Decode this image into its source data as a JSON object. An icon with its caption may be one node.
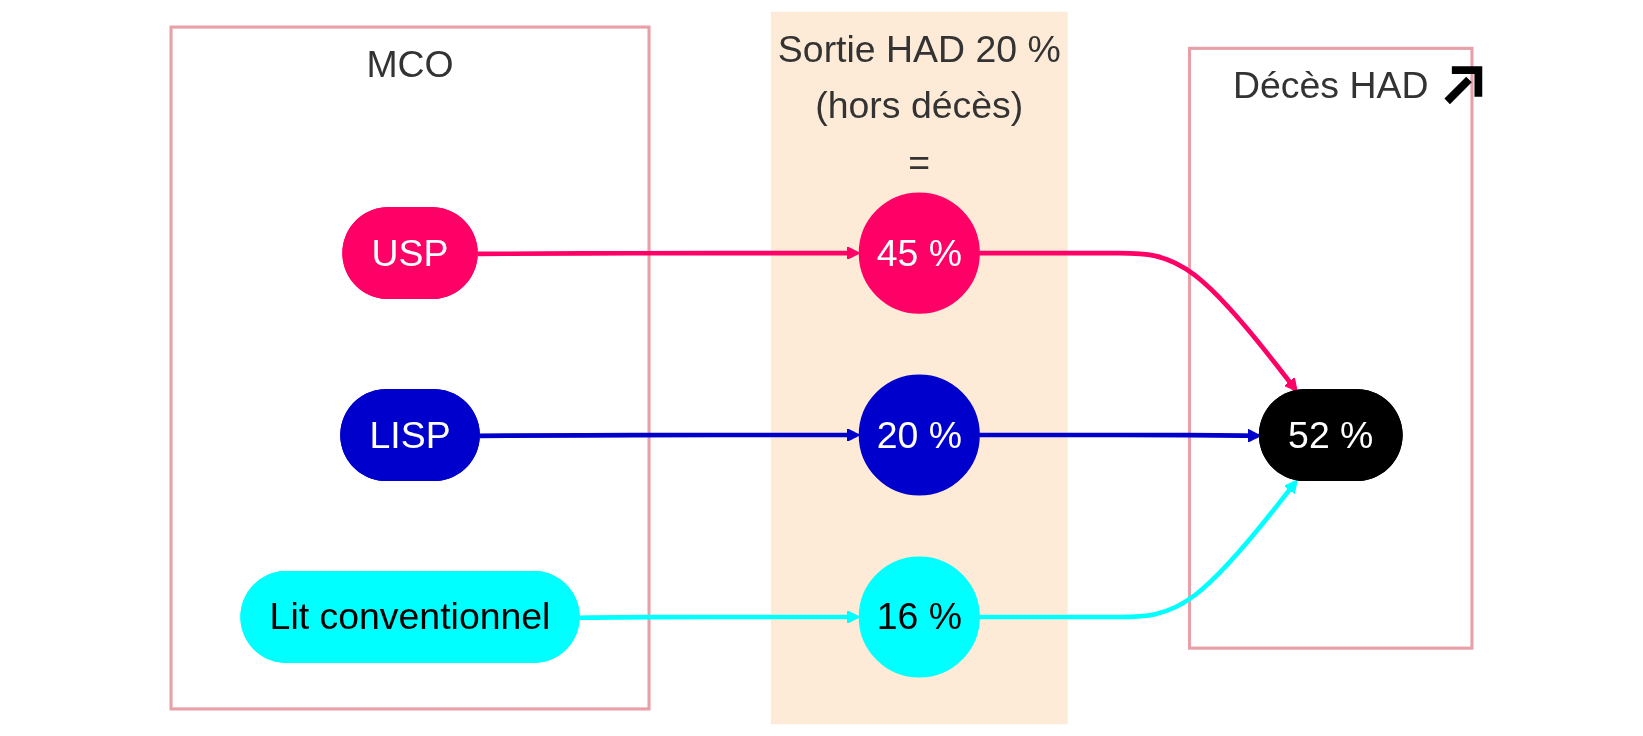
{
  "diagram": {
    "nodes": [
      {
        "text": [
          "MCO"
        ]
      },
      {
        "text": [
          "USP"
        ],
        "in": 0
      },
      {
        "text": [
          "LISP"
        ],
        "in": 0
      },
      {
        "text": [
          "Lit conventionnel"
        ],
        "in": 0
      },
      {
        "text": [
          "Sortie HAD 20 %",
          "(hors décès)",
          "="
        ]
      },
      {
        "text": [
          "45 %"
        ],
        "in": 4
      },
      {
        "text": [
          "20 %"
        ],
        "in": 4
      },
      {
        "text": [
          "16 %"
        ],
        "in": 4
      },
      {
        "text": [
          "Décès HAD"
        ]
      },
      {
        "text": [
          "52 %"
        ],
        "in": 8
      }
    ],
    "edges": [
      {
        "from": 1,
        "to": 5,
        "arrow": "to",
        "color": "#ff0066"
      },
      {
        "from": 2,
        "to": 6,
        "arrow": "to",
        "color": "#0000cc"
      },
      {
        "from": 3,
        "to": 7,
        "arrow": "to",
        "color": "#00ffff"
      },
      {
        "from": 5,
        "to": 9,
        "arrow": "to",
        "color": "#ff0066"
      },
      {
        "from": 6,
        "to": 9,
        "arrow": "to",
        "color": "#0000cc"
      },
      {
        "from": 7,
        "to": 9,
        "arrow": "to",
        "color": "#00ffff"
      }
    ]
  }
}
